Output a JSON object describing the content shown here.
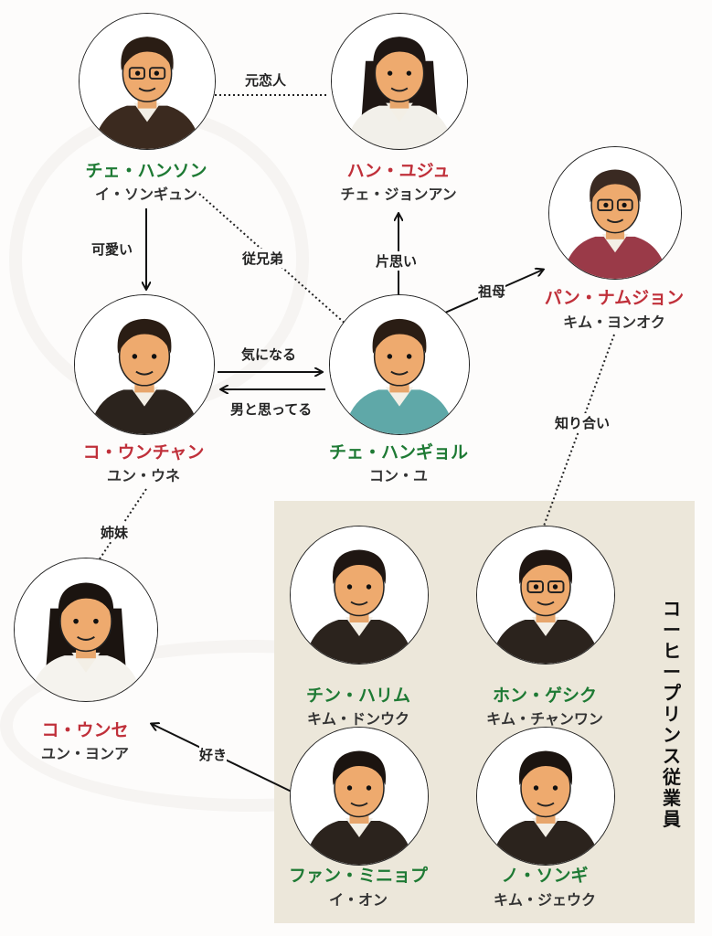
{
  "colors": {
    "lead_green": "#1e7a34",
    "female_red": "#c0303a",
    "staff_bg": "#ece7da",
    "text": "#222222"
  },
  "group_label": "コーヒープリンス従業員",
  "people": [
    {
      "id": "hanseong",
      "role": "チェ・ハンソン",
      "actor": "イ・ソンギュン",
      "color": "green",
      "hair": "#2a1d14",
      "shirt": "#3b2a1f",
      "glasses": true
    },
    {
      "id": "yuju",
      "role": "ハン・ユジュ",
      "actor": "チェ・ジョンアン",
      "color": "red",
      "hair": "#1f1714",
      "shirt": "#f2f0ea",
      "glasses": false,
      "long": true
    },
    {
      "id": "namjeong",
      "role": "パン・ナムジョン",
      "actor": "キム・ヨンオク",
      "color": "red",
      "hair": "#3a2a22",
      "shirt": "#9a3a48",
      "glasses": true
    },
    {
      "id": "eunchan",
      "role": "コ・ウンチャン",
      "actor": "ユン・ウネ",
      "color": "red",
      "hair": "#2a1d14",
      "shirt": "#2b231d",
      "glasses": false
    },
    {
      "id": "hangyeol",
      "role": "チェ・ハンギョル",
      "actor": "コン・ユ",
      "color": "green",
      "hair": "#2a1d14",
      "shirt": "#5fa8a8",
      "glasses": false
    },
    {
      "id": "eunsae",
      "role": "コ・ウンセ",
      "actor": "ユン・ヨンア",
      "color": "red",
      "hair": "#1b1410",
      "shirt": "#f5f3ee",
      "glasses": false,
      "long": true
    },
    {
      "id": "harim",
      "role": "チン・ハリム",
      "actor": "キム・ドンウク",
      "color": "green",
      "hair": "#1f1612",
      "shirt": "#2b231d",
      "glasses": false
    },
    {
      "id": "gesik",
      "role": "ホン・ゲシク",
      "actor": "キム・チャンワン",
      "color": "green",
      "hair": "#1f1612",
      "shirt": "#2b231d",
      "glasses": true
    },
    {
      "id": "minyeop",
      "role": "ファン・ミニョプ",
      "actor": "イ・オン",
      "color": "green",
      "hair": "#1b1410",
      "shirt": "#2b231d",
      "glasses": false
    },
    {
      "id": "seonggi",
      "role": "ノ・ソンギ",
      "actor": "キム・ジェウク",
      "color": "green",
      "hair": "#1b1410",
      "shirt": "#2b231d",
      "glasses": false
    }
  ],
  "relations": [
    {
      "label": "元恋人",
      "from": "hanseong",
      "to": "yuju",
      "style": "dotted"
    },
    {
      "label": "可愛い",
      "from": "hanseong",
      "to": "eunchan",
      "style": "arrow"
    },
    {
      "label": "従兄弟",
      "from": "hanseong",
      "to": "hangyeol",
      "style": "dotted"
    },
    {
      "label": "片思い",
      "from": "hangyeol",
      "to": "yuju",
      "style": "arrow"
    },
    {
      "label": "祖母",
      "from": "hangyeol",
      "to": "namjeong",
      "style": "arrow"
    },
    {
      "label": "気になる",
      "from": "eunchan",
      "to": "hangyeol",
      "style": "arrow"
    },
    {
      "label": "男と思ってる",
      "from": "hangyeol",
      "to": "eunchan",
      "style": "arrow"
    },
    {
      "label": "知り合い",
      "from": "namjeong",
      "to": "gesik",
      "style": "dotted"
    },
    {
      "label": "姉妹",
      "from": "eunchan",
      "to": "eunsae",
      "style": "dotted"
    },
    {
      "label": "好き",
      "from": "minyeop",
      "to": "eunsae",
      "style": "arrow"
    }
  ]
}
